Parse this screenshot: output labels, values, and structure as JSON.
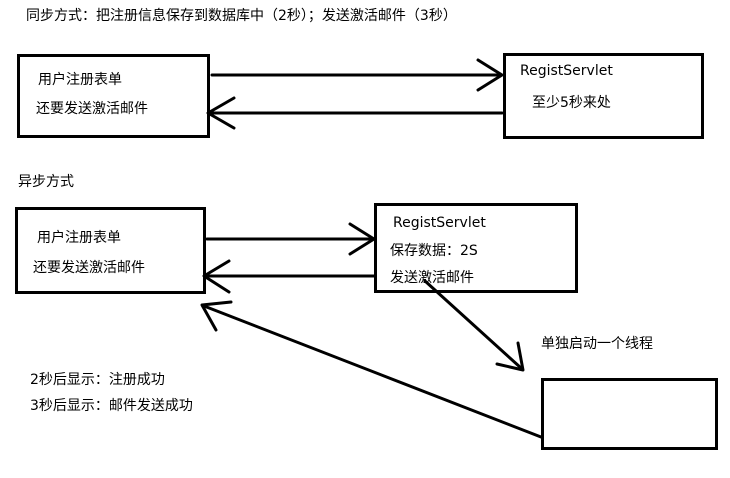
{
  "sync": {
    "title": "同步方式：把注册信息保存到数据库中（2秒）；发送激活邮件（3秒）",
    "client": {
      "line1": "用户注册表单",
      "line2": "还要发送激活邮件"
    },
    "server": {
      "name": "RegistServlet",
      "note": "至少5秒来处"
    }
  },
  "async": {
    "title": "异步方式",
    "client": {
      "line1": "用户注册表单",
      "line2": "还要发送激活邮件"
    },
    "server": {
      "name": "RegistServlet",
      "line1": "保存数据：2S",
      "line2": "发送激活邮件"
    },
    "thread_label": "单独启动一个线程",
    "notes": [
      "2秒后显示：注册成功",
      "3秒后显示：邮件发送成功"
    ]
  }
}
